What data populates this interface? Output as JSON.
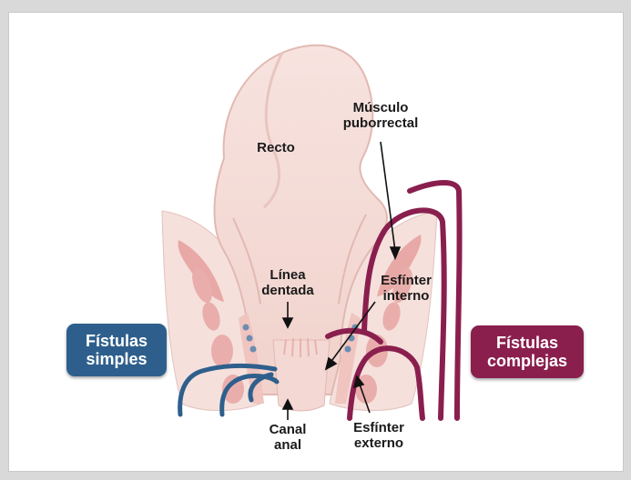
{
  "labels": {
    "recto": "Recto",
    "musculo": [
      "Músculo",
      "puborrectal"
    ],
    "linea": [
      "Línea",
      "dentada"
    ],
    "esf_interno": [
      "Esfínter",
      "interno"
    ],
    "canal": [
      "Canal",
      "anal"
    ],
    "esf_externo": [
      "Esfínter",
      "externo"
    ]
  },
  "badges": {
    "simples": {
      "lines": [
        "Fístulas",
        "simples"
      ],
      "color": "#2e5f8c"
    },
    "complejas": {
      "lines": [
        "Fístulas",
        "complejas"
      ],
      "color": "#8a1f4e"
    }
  },
  "colors": {
    "tissue": "#f3d7d2",
    "muscle": "#e8a9a6",
    "simple_tract": "#2e5f8c",
    "complex_tract": "#8a1f4e"
  }
}
